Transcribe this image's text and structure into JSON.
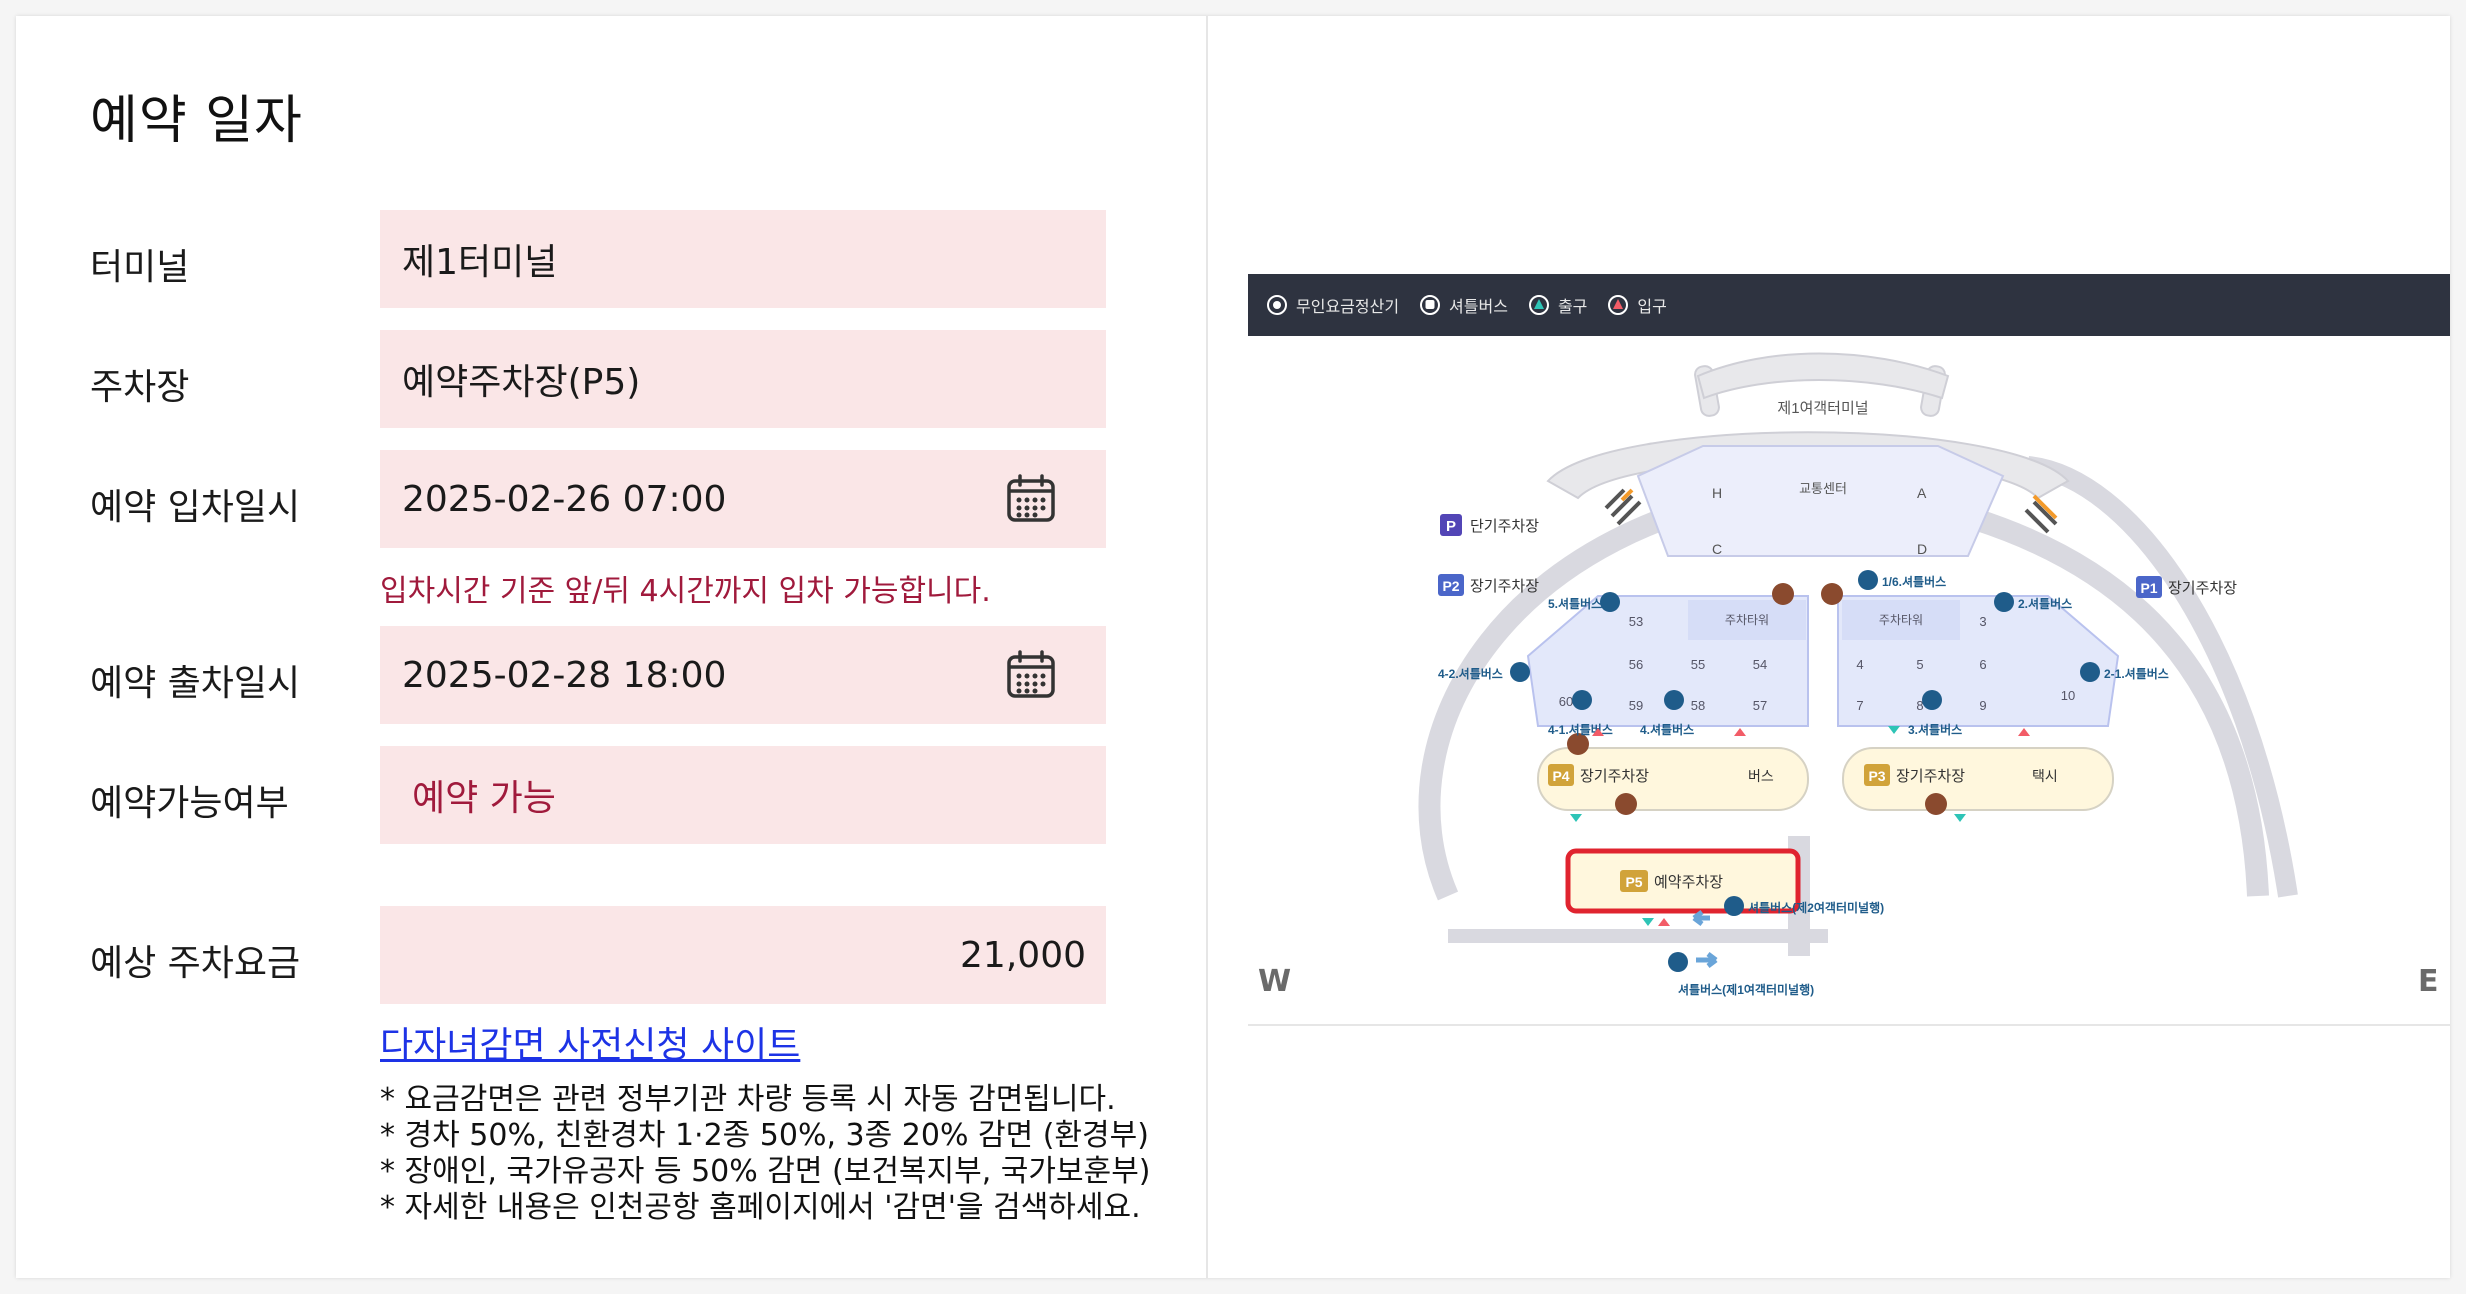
{
  "form": {
    "title": "예약 일자",
    "terminal": {
      "label": "터미널",
      "value": "제1터미널"
    },
    "parking_lot": {
      "label": "주차장",
      "value": "예약주차장(P5)"
    },
    "entry_datetime": {
      "label": "예약 입차일시",
      "value": "2025-02-26 07:00"
    },
    "entry_note": "입차시간 기준 앞/뒤 4시간까지 입차 가능합니다.",
    "exit_datetime": {
      "label": "예약 출차일시",
      "value": "2025-02-28 18:00"
    },
    "availability": {
      "label": "예약가능여부",
      "value": "예약 가능"
    },
    "fee": {
      "label": "예상 주차요금",
      "value": "21,000"
    },
    "discount_link": "다자녀감면 사전신청 사이트",
    "notes": [
      "* 요금감면은 관련 정부기관 차량 등록 시 자동 감면됩니다.",
      "* 경차 50%, 친환경차 1·2종 50%, 3종 20% 감면 (환경부)",
      "* 장애인, 국가유공자 등 50% 감면 (보건복지부, 국가보훈부)",
      "* 자세한 내용은 인천공항 홈페이지에서 '감면'을 검색하세요."
    ]
  },
  "map": {
    "legend": [
      "무인요금정산기",
      "셔틀버스",
      "출구",
      "입구"
    ],
    "terminal_name": "제1여객터미널",
    "transport_center": "교통센터",
    "zones": [
      "H",
      "A",
      "C",
      "D"
    ],
    "short_term": "단기주차장",
    "long_term": "장기주차장",
    "reserved": "예약주차장",
    "tags": [
      "P",
      "P1",
      "P2",
      "P3",
      "P4",
      "P5"
    ],
    "towers": [
      "주차타워",
      "주차타워"
    ],
    "blocks_left": [
      "53",
      "56",
      "55",
      "54",
      "60",
      "59",
      "58",
      "57"
    ],
    "blocks_right": [
      "3",
      "4",
      "5",
      "6",
      "7",
      "8",
      "9",
      "10"
    ],
    "bus": "버스",
    "taxi": "택시",
    "shuttles": [
      "5.셔틀버스",
      "1/6.셔틀버스",
      "2.셔틀버스",
      "4-2.셔틀버스",
      "2-1.셔틀버스",
      "4-1.셔틀버스",
      "4.셔틀버스",
      "3.셔틀버스"
    ],
    "shuttle_t2": "셔틀버스(제2여객터미널행)",
    "shuttle_t1": "셔틀버스(제1여객터미널행)",
    "west": "W",
    "east": "E"
  },
  "colors": {
    "field_bg": "#fae6e7",
    "accent": "#a01a3c",
    "link": "#1d33e6"
  }
}
